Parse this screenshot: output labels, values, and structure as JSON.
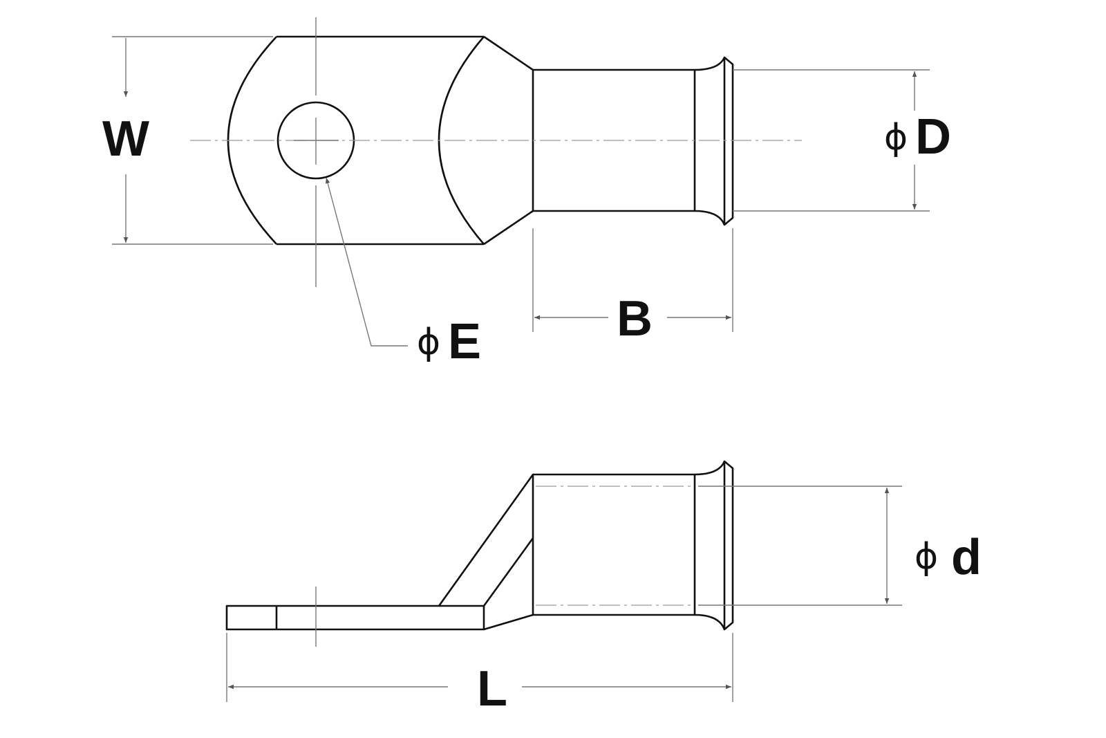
{
  "title": "Cable lug dimension drawing",
  "labels": {
    "W": "W",
    "D": "D",
    "B": "B",
    "E": "E",
    "d": "d",
    "L": "L",
    "phi": "ϕ"
  },
  "colors": {
    "outline": "#111111",
    "dimension": "#777777"
  }
}
